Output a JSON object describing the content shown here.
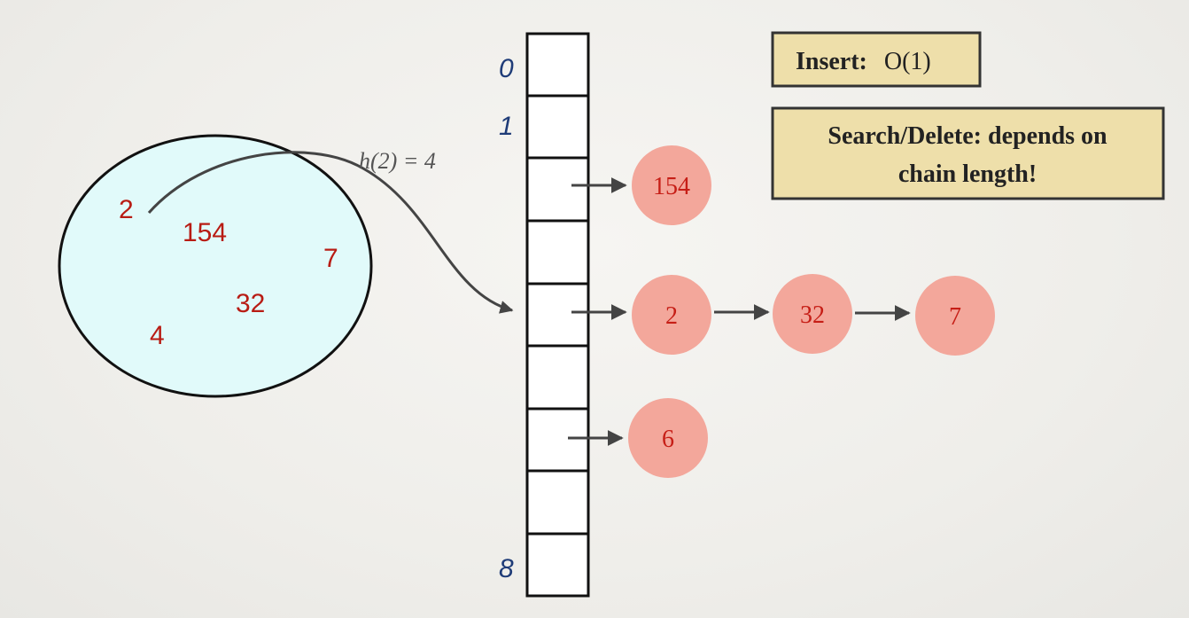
{
  "colors": {
    "set_fill": "#e1fafa",
    "element_text": "#b81c14",
    "index_text": "#1f3c78",
    "node_fill": "#f3a79b",
    "node_text": "#c61e16",
    "box_fill": "#eedfaa",
    "arrow": "#444444"
  },
  "set": {
    "elements": [
      "2",
      "154",
      "7",
      "32",
      "4"
    ]
  },
  "hash_label": "h(2) = 4",
  "table": {
    "index_labels": [
      "0",
      "1",
      "8"
    ]
  },
  "chains": {
    "bucket2": [
      "154"
    ],
    "bucket4": [
      "2",
      "32",
      "7"
    ],
    "bucket6": [
      "6"
    ]
  },
  "notes": {
    "insert_label": "Insert:",
    "insert_complexity": "O(1)",
    "search_delete_line1": "Search/Delete: depends on",
    "search_delete_line2": "chain length!"
  }
}
